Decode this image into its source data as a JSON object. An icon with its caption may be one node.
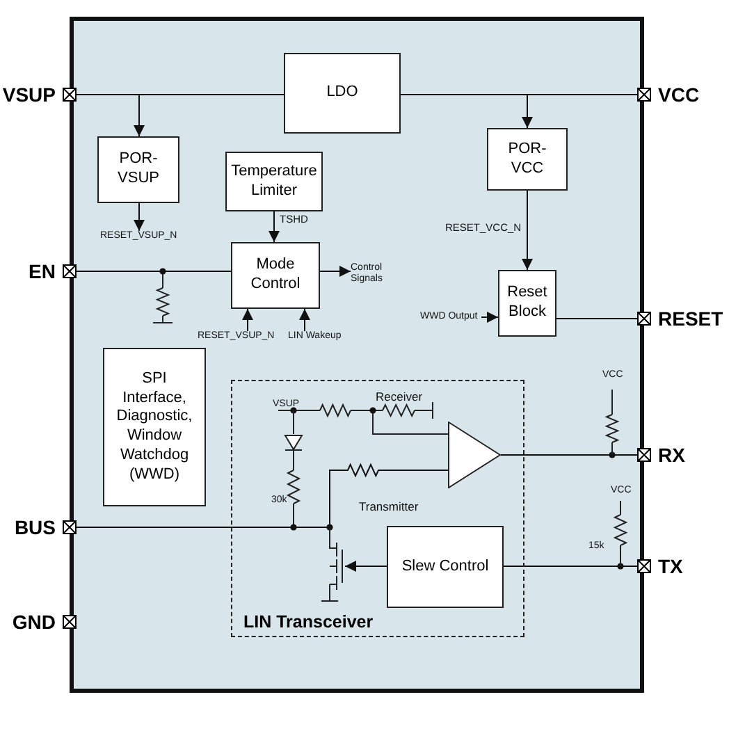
{
  "diagram": {
    "nodes": [
      {
        "text": [],
        "shape": "box"
      },
      {
        "text": [
          "VSUP"
        ]
      },
      {
        "text": [
          "LDO"
        ],
        "in": 0
      },
      {
        "text": [
          "VCC"
        ]
      },
      {
        "text": [
          "POR-VSUP"
        ],
        "in": 0
      },
      {
        "text": [
          "POR-VCC"
        ],
        "in": 0
      },
      {
        "text": [
          "Temperature Limiter"
        ],
        "in": 0
      },
      {
        "text": [
          "RESET_VSUP_N"
        ],
        "in": 0
      },
      {
        "text": [
          "EN"
        ]
      },
      {
        "text": [
          "Mode Control"
        ],
        "in": 0
      },
      {
        "text": [
          "Control Signals"
        ],
        "in": 0
      },
      {
        "text": [
          "WWD Output"
        ],
        "in": 0
      },
      {
        "text": [
          "Reset Block"
        ],
        "in": 0
      },
      {
        "text": [
          "RESET"
        ]
      },
      {
        "text": [
          "RESET_VSUP_N"
        ],
        "in": 0
      },
      {
        "text": [
          "LIN Wakeup"
        ],
        "in": 0
      },
      {
        "text": [
          "SPI Interface, Diagnostic, Window Watchdog (WWD)"
        ],
        "in": 0
      },
      {
        "text": [
          "LIN Transceiver"
        ],
        "in": 0
      },
      {
        "text": [],
        "shape": "triangle",
        "in": 17
      },
      {
        "text": [
          "RX"
        ]
      },
      {
        "text": [
          "BUS"
        ]
      },
      {
        "text": [
          "Slew Control"
        ],
        "in": 17
      },
      {
        "text": [
          "TX"
        ]
      },
      {
        "text": [
          "GND"
        ]
      }
    ],
    "edges": [
      {
        "from": 1,
        "to": 2,
        "arrow": "none"
      },
      {
        "from": 1,
        "to": 4,
        "arrow": "to"
      },
      {
        "from": 2,
        "to": 3,
        "arrow": "none"
      },
      {
        "from": 2,
        "to": 5,
        "arrow": "to"
      },
      {
        "from": 4,
        "to": 7,
        "arrow": "to"
      },
      {
        "from": 6,
        "to": 9,
        "arrow": "to",
        "label": "TSHD"
      },
      {
        "from": 8,
        "to": 9,
        "arrow": "none"
      },
      {
        "from": 5,
        "to": 12,
        "arrow": "to",
        "label": "RESET_VCC_N"
      },
      {
        "from": 9,
        "to": 10,
        "arrow": "to"
      },
      {
        "from": 11,
        "to": 12,
        "arrow": "to"
      },
      {
        "from": 12,
        "to": 13,
        "arrow": "none"
      },
      {
        "from": 14,
        "to": 9,
        "arrow": "to"
      },
      {
        "from": 15,
        "to": 9,
        "arrow": "to"
      },
      {
        "from": 18,
        "to": 19,
        "arrow": "none"
      },
      {
        "from": 22,
        "to": 21,
        "arrow": "none"
      },
      {
        "from": 21,
        "to": null,
        "arrow": "to"
      },
      {
        "from": 20,
        "to": 18,
        "arrow": "none"
      }
    ],
    "labels": [
      "VSUP",
      "Receiver",
      "Transmitter",
      "30k",
      "VCC",
      "VCC",
      "15k"
    ]
  }
}
